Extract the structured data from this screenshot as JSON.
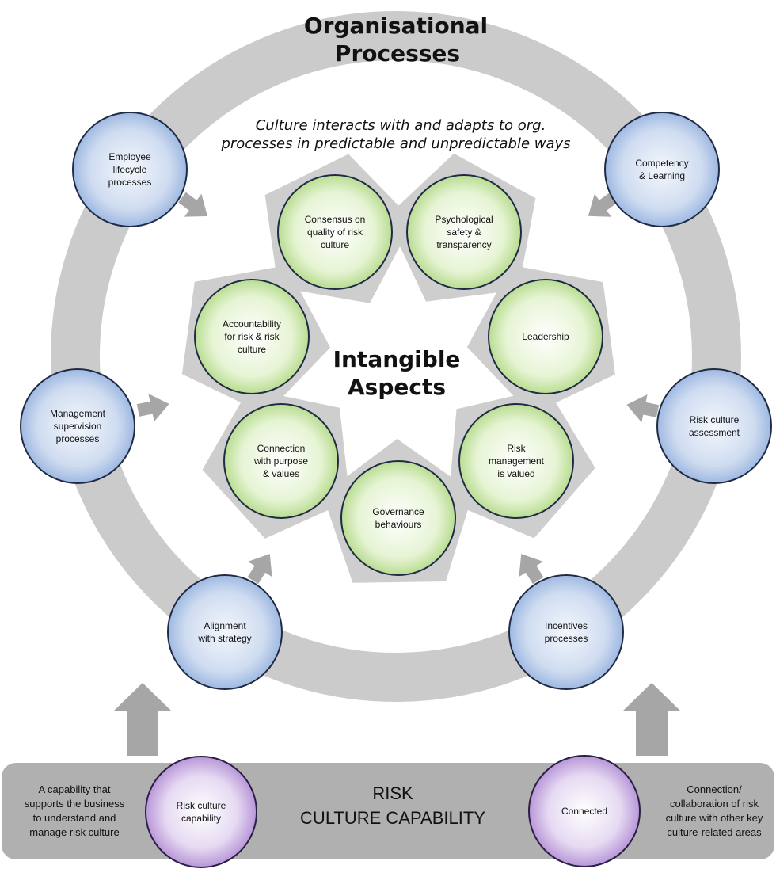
{
  "title": {
    "line1": "Organisational",
    "line2": "Processes"
  },
  "subtitle": {
    "line1": "Culture interacts with and adapts to org.",
    "line2": "processes in predictable and unpredictable ways"
  },
  "center": {
    "line1": "Intangible",
    "line2": "Aspects"
  },
  "intangibles": [
    {
      "lines": [
        "Consensus on",
        "quality of risk",
        "culture"
      ]
    },
    {
      "lines": [
        "Psychological",
        "safety &",
        "transparency"
      ]
    },
    {
      "lines": [
        "Leadership"
      ]
    },
    {
      "lines": [
        "Risk",
        "management",
        "is valued"
      ]
    },
    {
      "lines": [
        "Governance",
        "behaviours"
      ]
    },
    {
      "lines": [
        "Connection",
        "with purpose",
        "& values"
      ]
    },
    {
      "lines": [
        "Accountability",
        "for risk & risk",
        "culture"
      ]
    }
  ],
  "processes": [
    {
      "lines": [
        "Employee",
        "lifecycle",
        "processes"
      ]
    },
    {
      "lines": [
        "Competency",
        "& Learning"
      ]
    },
    {
      "lines": [
        "Management",
        "supervision",
        "processes"
      ]
    },
    {
      "lines": [
        "Risk culture",
        "assessment"
      ]
    },
    {
      "lines": [
        "Alignment",
        "with strategy"
      ]
    },
    {
      "lines": [
        "Incentives",
        "processes"
      ]
    }
  ],
  "capability_bar": {
    "title_line1": "RISK",
    "title_line2": "CULTURE CAPABILITY",
    "left_desc": [
      "A capability that",
      "supports the business",
      "to understand and",
      "manage risk culture"
    ],
    "right_desc": [
      "Connection/",
      "collaboration of risk",
      "culture with other key",
      "culture-related areas"
    ],
    "left_circle": [
      "Risk culture",
      "capability"
    ],
    "right_circle": [
      "Connected"
    ]
  },
  "colors": {
    "ring": "#cccbcc",
    "green_fill": "#dff0c8",
    "green_border": "#1f2a44",
    "blue_fill": "#c5d7ee",
    "purple_fill": "#dccbeb",
    "arrow": "#a6a6a6",
    "bar": "#b0b0b0",
    "pentagon": "#cecece"
  }
}
